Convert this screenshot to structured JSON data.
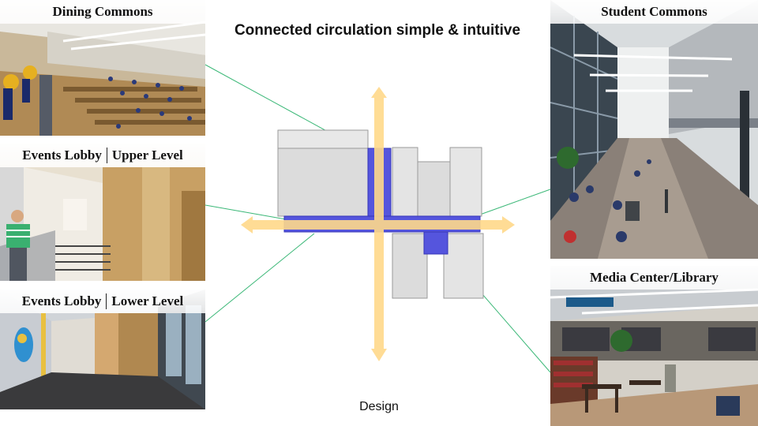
{
  "slide": {
    "title": "Connected circulation simple & intuitive",
    "footer": "Design"
  },
  "photos": {
    "dining_commons": {
      "caption": "Dining Commons"
    },
    "events_lobby_upper": {
      "caption_left": "Events Lobby",
      "caption_right": "Upper Level"
    },
    "events_lobby_lower": {
      "caption_left": "Events Lobby",
      "caption_right": "Lower Level"
    },
    "student_commons": {
      "caption": "Student Commons"
    },
    "media_center": {
      "caption": "Media Center/Library"
    }
  },
  "colors": {
    "circulation_arrow": "#ffd98a",
    "building_mass": "#dcdcdc",
    "circulation_spine": "#5555dd",
    "leader_line": "#3cb878"
  }
}
